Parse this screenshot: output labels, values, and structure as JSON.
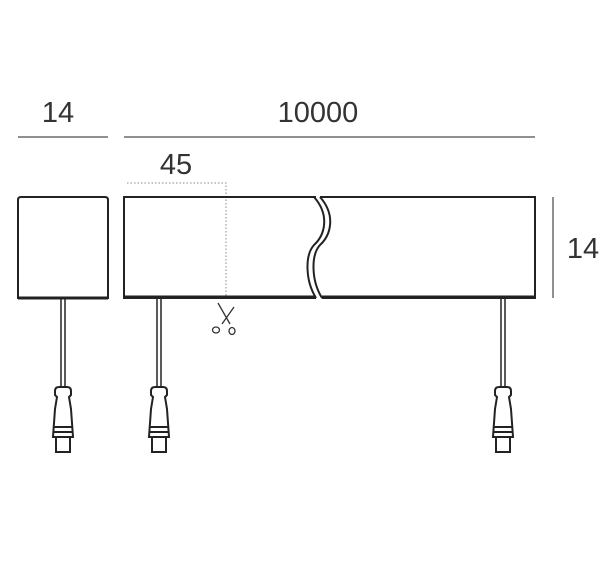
{
  "dimensions": {
    "end_cap_width": "14",
    "strip_length": "10000",
    "cut_interval": "45",
    "height": "14"
  },
  "icons": [
    "scissors-icon",
    "connector-icon"
  ]
}
